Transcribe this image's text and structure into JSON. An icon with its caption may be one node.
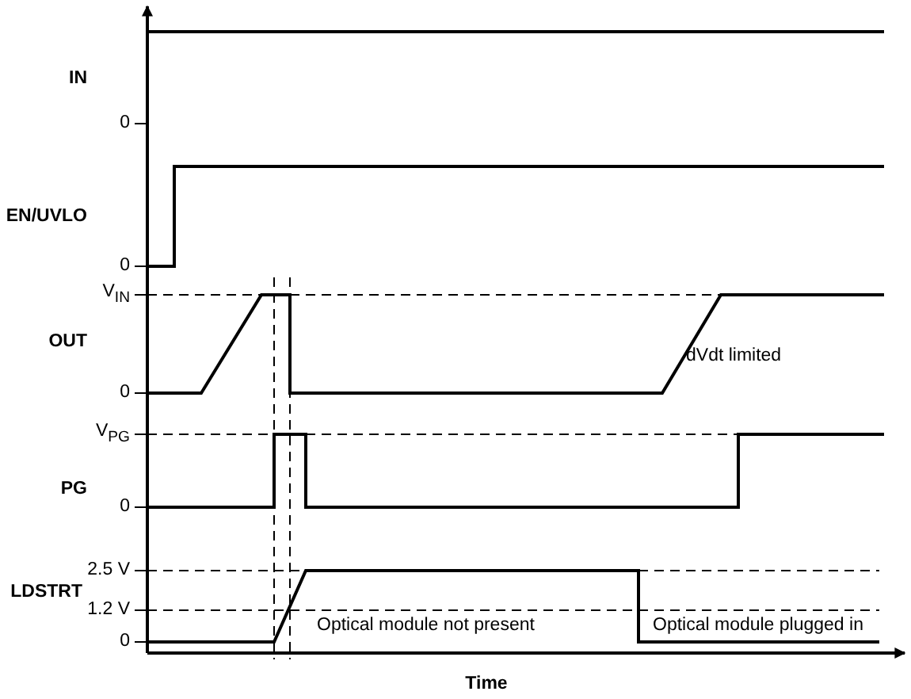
{
  "diagram": {
    "labels": [
      "IN",
      "0",
      "EN/UVLO",
      "0",
      "V$_{IN}$",
      "OUT",
      "dVdt limited",
      "0",
      "V$_{PG}$",
      "PG",
      "0",
      "2.5 V",
      "LDSTRT",
      "1.2 V",
      "0",
      "Optical module not present",
      "Optical module plugged in",
      "Time"
    ]
  }
}
